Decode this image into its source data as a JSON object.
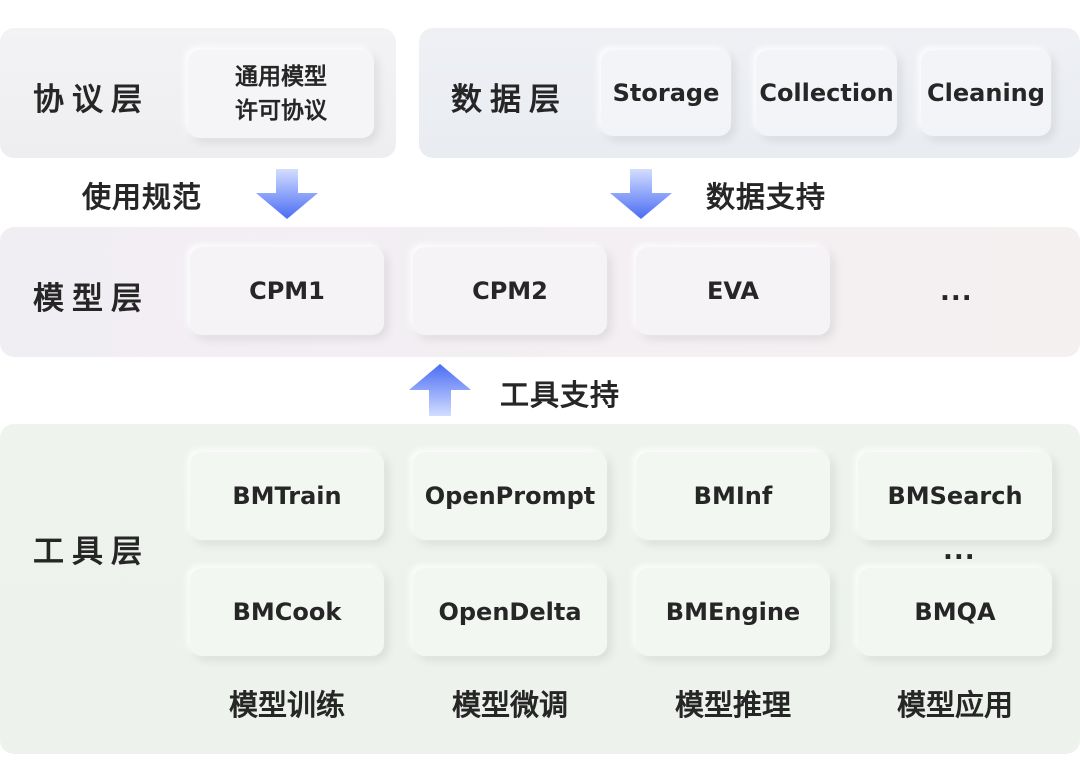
{
  "protocol_layer": {
    "title": "协议层",
    "card_line1": "通用模型",
    "card_line2": "许可协议"
  },
  "data_layer": {
    "title": "数据层",
    "items": [
      "Storage",
      "Collection",
      "Cleaning"
    ]
  },
  "connectors": {
    "usage_norms": "使用规范",
    "data_support": "数据支持",
    "tool_support": "工具支持"
  },
  "model_layer": {
    "title": "模型层",
    "items": [
      "CPM1",
      "CPM2",
      "EVA"
    ],
    "ellipsis": "..."
  },
  "tool_layer": {
    "title": "工具层",
    "columns": [
      {
        "top": "BMTrain",
        "bottom": "BMCook",
        "caption": "模型训练"
      },
      {
        "top": "OpenPrompt",
        "bottom": "OpenDelta",
        "caption": "模型微调"
      },
      {
        "top": "BMInf",
        "bottom": "BMEngine",
        "caption": "模型推理"
      },
      {
        "top": "BMSearch",
        "bottom": "BMQA",
        "caption": "模型应用"
      }
    ],
    "ellipsis": "..."
  },
  "colors": {
    "arrow_light": "#c9d6ff",
    "arrow_dark": "#4f6ff5",
    "text": "#262626"
  }
}
